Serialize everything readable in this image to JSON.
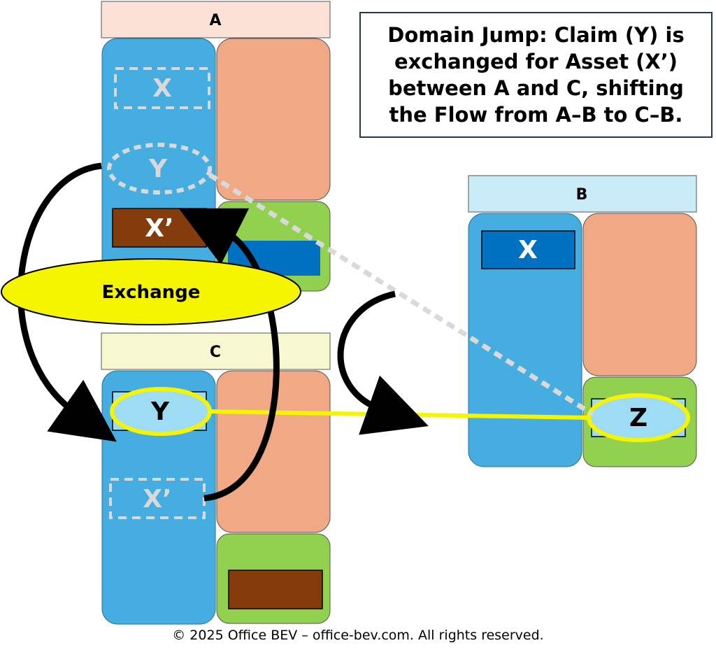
{
  "title": "Domain Jump: Claim (Y) is exchanged for Asset (X’) between A and C, shifting the Flow from A–B to C–B.",
  "entities": {
    "a": {
      "header": "A",
      "x_label": "X",
      "y_label": "Y",
      "xprime_label": "X’"
    },
    "b": {
      "header": "B",
      "x_label": "X",
      "z_label": "Z"
    },
    "c": {
      "header": "C",
      "y_label": "Y",
      "xprime_label": "X’"
    }
  },
  "exchange_label": "Exchange",
  "footer": "© 2025 Office BEV – office-bev.com. All rights reserved.",
  "colors": {
    "asset_blue": "#45ade0",
    "liability_salmon": "#f0a984",
    "equity_green": "#92d050",
    "header_a": "#fbe1d6",
    "header_b": "#c9ecf8",
    "header_c": "#f7f7d0",
    "asset_x_dark": "#0070c0",
    "asset_xprime_brown": "#843c0c",
    "claim_light": "#9edcf4",
    "highlight_yellow": "#f5f500",
    "dashed_gray": "#d9d9d9",
    "arrow_black": "#000000"
  }
}
